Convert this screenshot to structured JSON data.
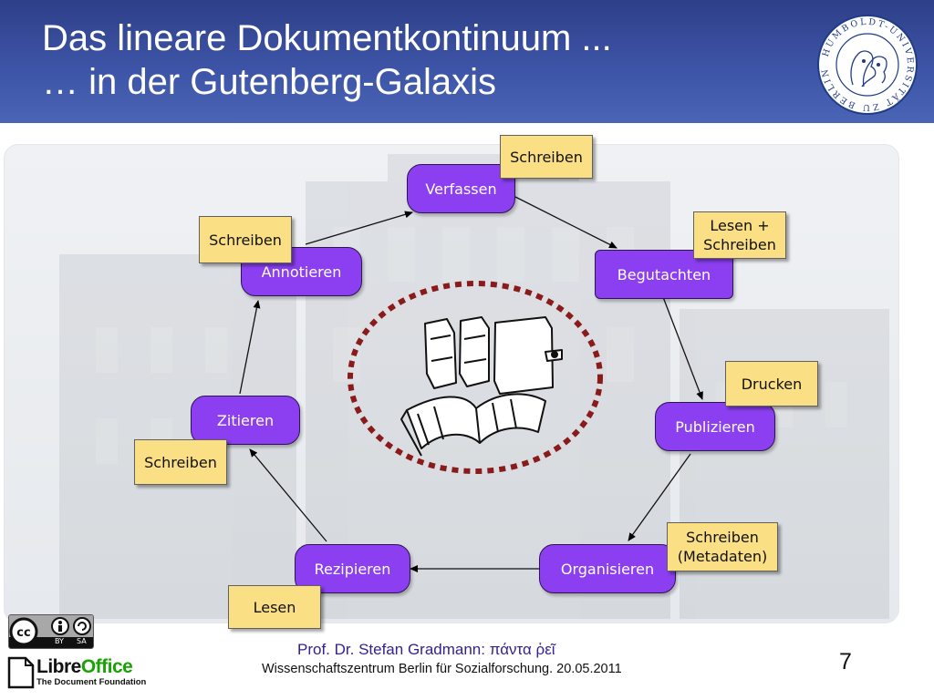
{
  "slide": {
    "title_line1": "Das lineare Dokumentkontinuum ...",
    "title_line2": "… in der Gutenberg-Galaxis",
    "seal_text": "HUMBOLDT-UNIVERSITÄT ZU BERLIN"
  },
  "diagram": {
    "processes": [
      {
        "id": "verfassen",
        "label": "Verfassen"
      },
      {
        "id": "begutachten",
        "label": "Begutachten"
      },
      {
        "id": "publizieren",
        "label": "Publizieren"
      },
      {
        "id": "organisieren",
        "label": "Organisieren"
      },
      {
        "id": "rezipieren",
        "label": "Rezipieren"
      },
      {
        "id": "zitieren",
        "label": "Zitieren"
      },
      {
        "id": "annotieren",
        "label": "Annotieren"
      }
    ],
    "notes": [
      {
        "for": "verfassen",
        "label": "Schreiben"
      },
      {
        "for": "begutachten",
        "label": "Lesen +\nSchreiben"
      },
      {
        "for": "publizieren",
        "label": "Drucken"
      },
      {
        "for": "organisieren",
        "label": "Schreiben\n(Metadaten)"
      },
      {
        "for": "rezipieren",
        "label": "Lesen"
      },
      {
        "for": "zitieren",
        "label": "Schreiben"
      },
      {
        "for": "annotieren",
        "label": "Schreiben"
      }
    ],
    "center_icon": "books-icon"
  },
  "footer": {
    "author": "Prof. Dr. Stefan Gradmann: πάντα ῥεῖ",
    "venue": "Wissenschaftszentrum Berlin für Sozialforschung. 20.05.2011",
    "page_number": "7",
    "license": {
      "label_by": "BY",
      "label_sa": "SA",
      "icon": "creative-commons-icon"
    },
    "logo": {
      "name_part1": "Libre",
      "name_part2": "Office",
      "subtitle": "The Document Foundation"
    }
  },
  "colors": {
    "header": "#3d54a6",
    "process": "#8b3ff0",
    "note": "#fbdf84",
    "ring": "#8b1a1a",
    "author_text": "#33238a"
  }
}
